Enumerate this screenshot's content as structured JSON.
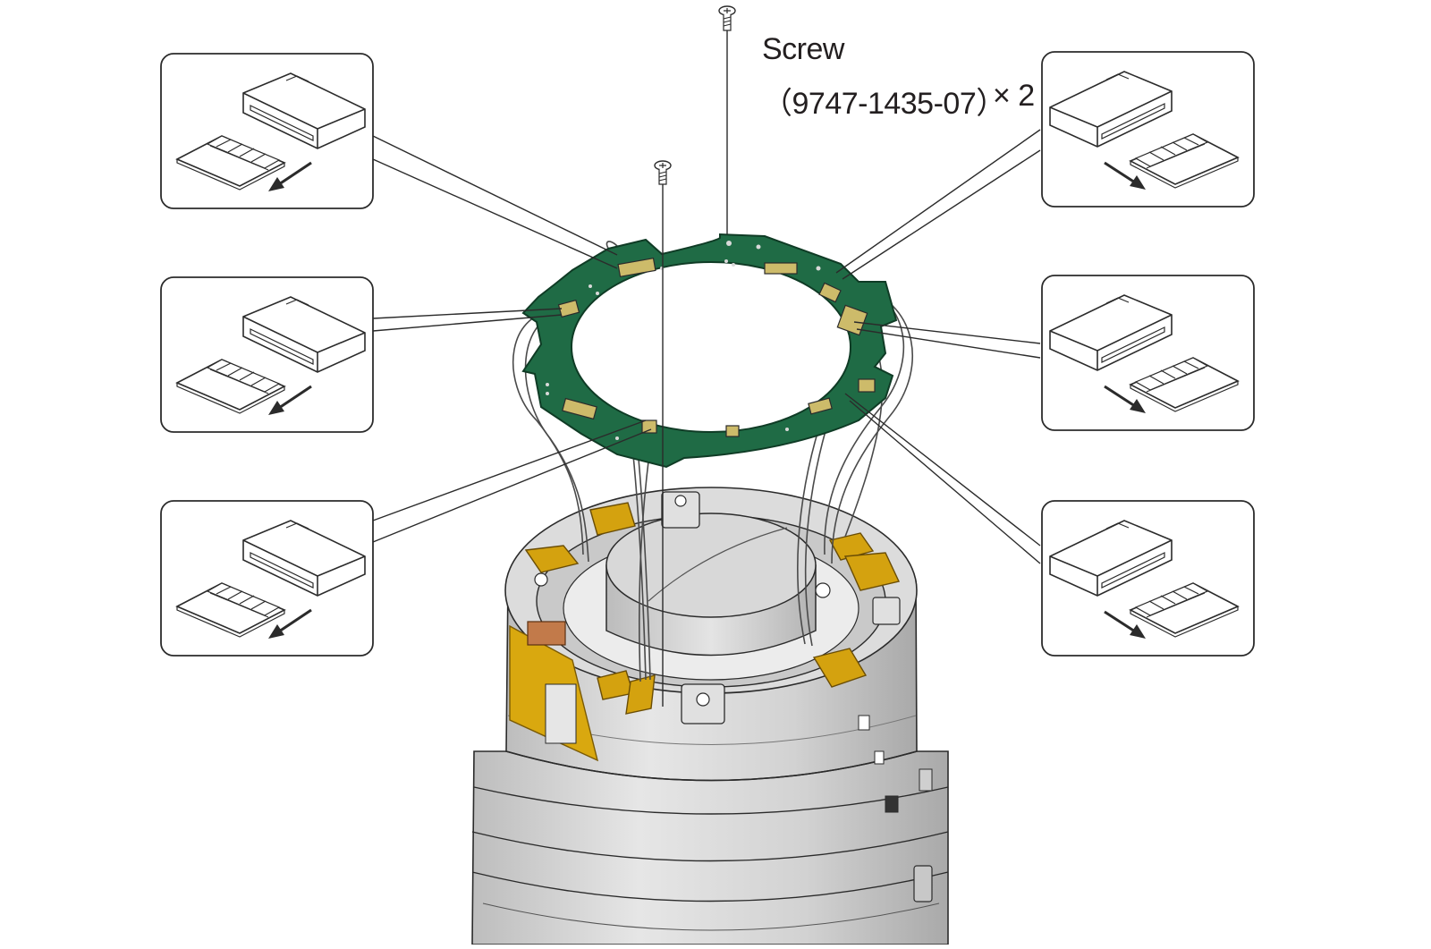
{
  "callout": {
    "screw_label": "Screw",
    "screw_part_number": "（9747-1435-07）",
    "screw_quantity": "× 2"
  },
  "colors": {
    "pcb_green": "#1e6b45",
    "pcb_edge": "#123f28",
    "flex_gold": "#d4a20f",
    "body_gray": "#d4d4d4",
    "outline": "#2b2b2b"
  },
  "detail_panels": [
    {
      "id": "top-left",
      "arrow_direction": "down-left"
    },
    {
      "id": "middle-left",
      "arrow_direction": "down-left"
    },
    {
      "id": "bottom-left",
      "arrow_direction": "down-left"
    },
    {
      "id": "top-right",
      "arrow_direction": "down-right"
    },
    {
      "id": "middle-right",
      "arrow_direction": "down-right"
    },
    {
      "id": "bottom-right",
      "arrow_direction": "down-right"
    }
  ]
}
